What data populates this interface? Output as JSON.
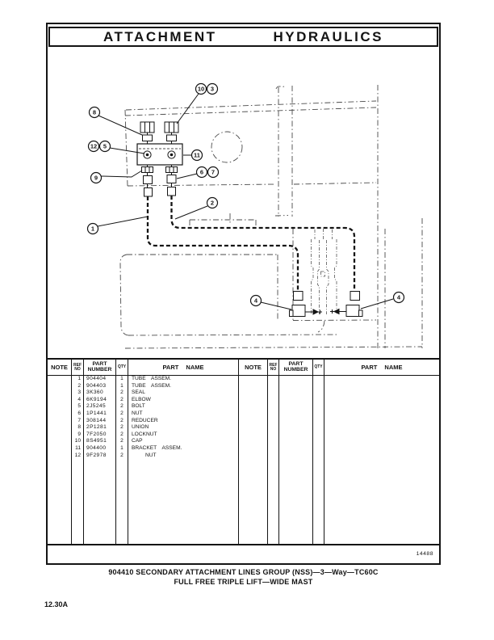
{
  "title": {
    "left": "ATTACHMENT",
    "right": "HYDRAULICS"
  },
  "diagram": {
    "description": "hydraulic manifold with caps, nuts and hoses routed down mast to two elbow fittings",
    "callouts": {
      "c1": "1",
      "c2": "2",
      "c3": "3",
      "c4": "4",
      "c4b": "4",
      "c5": "5",
      "c6": "6",
      "c7": "7",
      "c8": "8",
      "c9": "9",
      "c10": "10",
      "c11": "11",
      "c12": "12"
    }
  },
  "table": {
    "headers": {
      "note": "NOTE",
      "ref_line1": "REF",
      "ref_line2": "NO",
      "part_line1": "PART",
      "part_line2": "NUMBER",
      "qty": "QTY",
      "name": "PART NAME"
    },
    "rows": [
      {
        "ref": "1",
        "part": "904404",
        "qty": "1",
        "name": "TUBE ASSEM."
      },
      {
        "ref": "2",
        "part": "904403",
        "qty": "1",
        "name": "TUBE ASSEM."
      },
      {
        "ref": "3",
        "part": "3K360",
        "qty": "2",
        "name": "SEAL"
      },
      {
        "ref": "4",
        "part": "6K9194",
        "qty": "2",
        "name": "ELBOW"
      },
      {
        "ref": "5",
        "part": "2J5245",
        "qty": "2",
        "name": "BOLT"
      },
      {
        "ref": "6",
        "part": "1P1441",
        "qty": "2",
        "name": "NUT"
      },
      {
        "ref": "7",
        "part": "308144",
        "qty": "2",
        "name": "REDUCER"
      },
      {
        "ref": "8",
        "part": "2P1281",
        "qty": "2",
        "name": "UNION"
      },
      {
        "ref": "9",
        "part": "7F2050",
        "qty": "2",
        "name": "LOCKNUT"
      },
      {
        "ref": "10",
        "part": "8S4951",
        "qty": "2",
        "name": "CAP"
      },
      {
        "ref": "11",
        "part": "904400",
        "qty": "1",
        "name": "BRACKET ASSEM."
      },
      {
        "ref": "12",
        "part": "9F2978",
        "qty": "2",
        "name": "NUT"
      }
    ]
  },
  "figure_number": "14488",
  "caption": {
    "line1": "904410 SECONDARY ATTACHMENT LINES GROUP (NSS)—3—Way—TC60C",
    "line2": "FULL FREE TRIPLE LIFT—WIDE MAST"
  },
  "page_number": "12.30A"
}
